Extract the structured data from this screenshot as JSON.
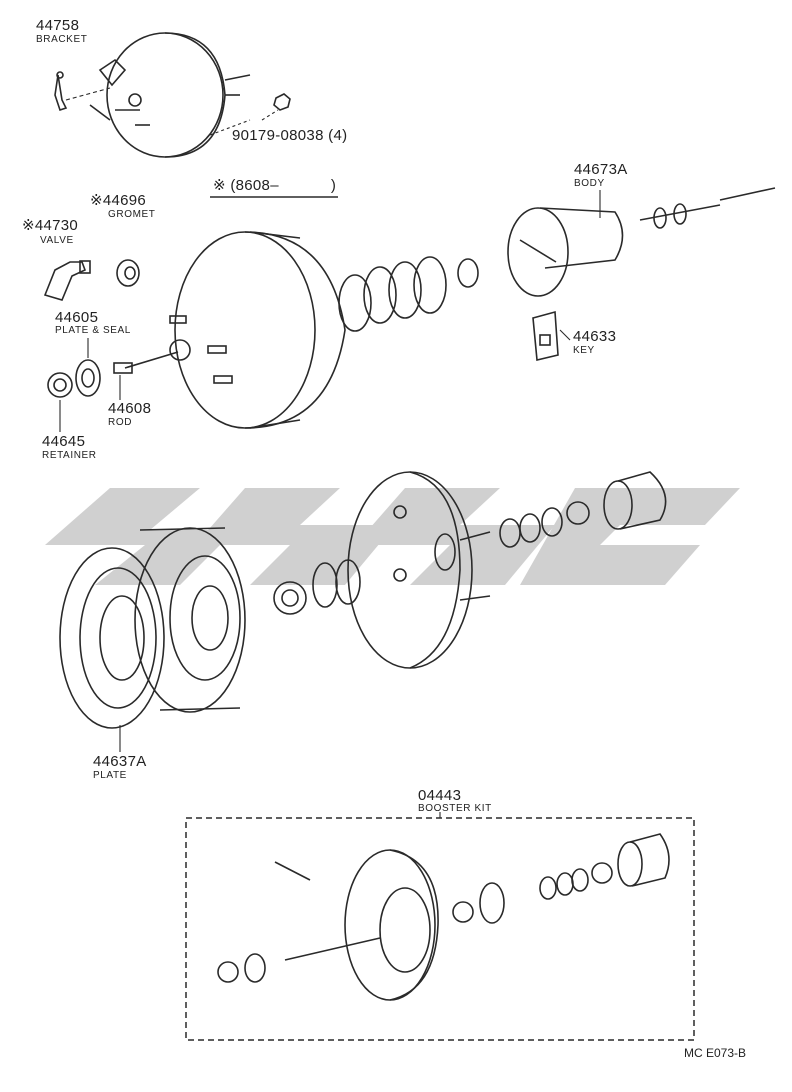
{
  "parts": [
    {
      "number": "44758",
      "name": "BRACKET"
    },
    {
      "number": "90179-08038 (4)",
      "name": ""
    },
    {
      "number": "※ (8608–",
      "suffix": ")",
      "name": ""
    },
    {
      "number": "44673A",
      "name": "BODY"
    },
    {
      "number": "※44696",
      "name": "GROMET"
    },
    {
      "number": "※44730",
      "name": "VALVE"
    },
    {
      "number": "44605",
      "name": "PLATE & SEAL"
    },
    {
      "number": "44633",
      "name": "KEY"
    },
    {
      "number": "44608",
      "name": "ROD"
    },
    {
      "number": "44645",
      "name": "RETAINER"
    },
    {
      "number": "44637A",
      "name": "PLATE"
    },
    {
      "number": "04443",
      "name": "BOOSTER KIT"
    }
  ],
  "footer": {
    "code": "MC  E073-B"
  },
  "colors": {
    "ink": "#2a2a2a",
    "watermark": "#c8c8c8",
    "background": "#ffffff"
  }
}
